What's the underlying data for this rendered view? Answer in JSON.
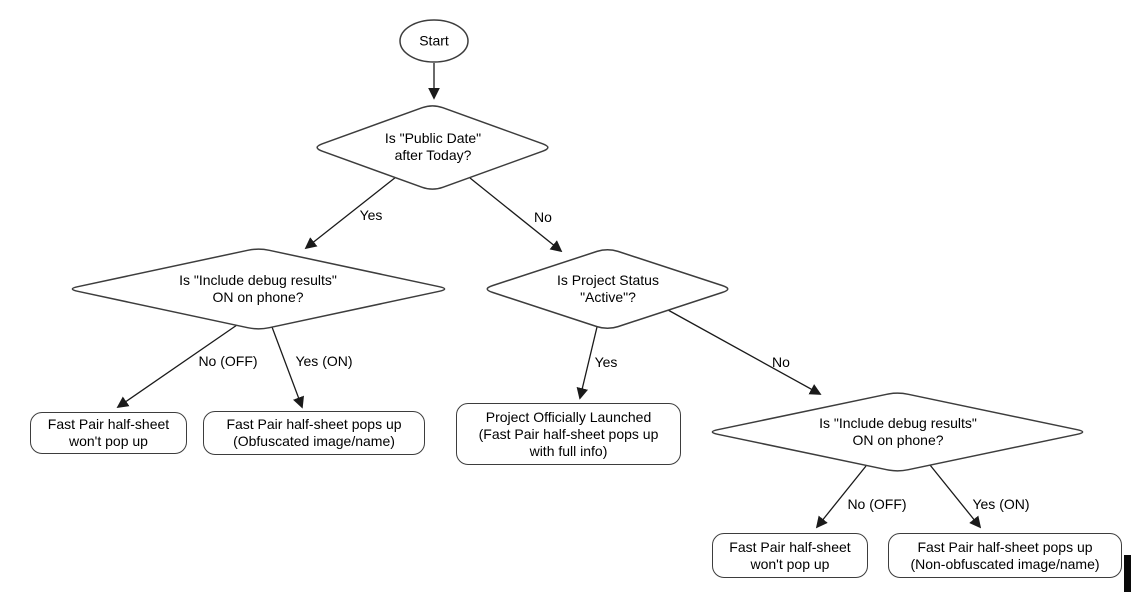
{
  "flowchart": {
    "start": "Start",
    "decisions": {
      "public_date": "Is \"Public Date\"\nafter Today?",
      "debug_left": "Is \"Include debug results\"\nON on phone?",
      "project_status": "Is Project Status\n\"Active\"?",
      "debug_right": "Is \"Include debug results\"\nON on phone?"
    },
    "outcomes": {
      "no_popup_left": "Fast Pair half-sheet\nwon't pop up",
      "obfuscated": "Fast Pair half-sheet pops up\n(Obfuscated image/name)",
      "launched": "Project Officially Launched\n(Fast Pair half-sheet pops up\nwith full info)",
      "no_popup_right": "Fast Pair half-sheet\nwon't pop up",
      "non_obfuscated": "Fast Pair half-sheet pops up\n(Non-obfuscated image/name)"
    },
    "edge_labels": {
      "public_date_yes": "Yes",
      "public_date_no": "No",
      "debug_left_no": "No (OFF)",
      "debug_left_yes": "Yes (ON)",
      "project_status_yes": "Yes",
      "project_status_no": "No",
      "debug_right_no": "No (OFF)",
      "debug_right_yes": "Yes (ON)"
    },
    "colors": {
      "shape_stroke": "#3d3d3d",
      "edge_stroke": "#1a1a1a",
      "text": "#000000",
      "background": "#ffffff"
    }
  }
}
